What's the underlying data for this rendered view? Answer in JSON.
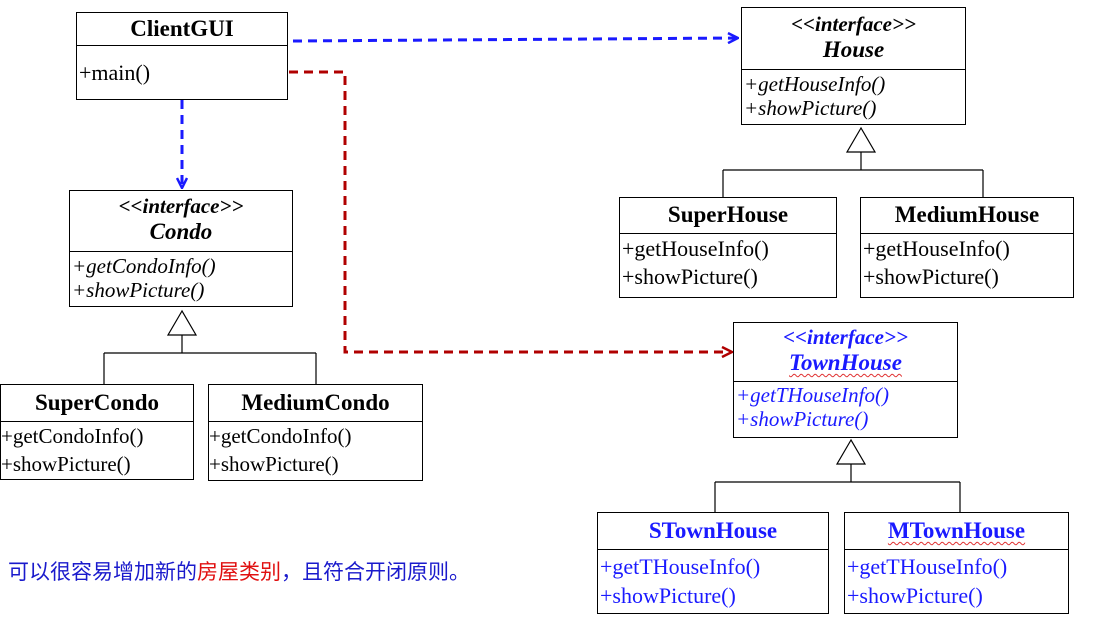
{
  "classes": {
    "client_gui": {
      "name": "ClientGUI",
      "ops": [
        "+main()"
      ]
    },
    "house": {
      "stereotype": "<<interface>>",
      "name": "House",
      "ops": [
        "+getHouseInfo()",
        "+showPicture()"
      ]
    },
    "condo": {
      "stereotype": "<<interface>>",
      "name": "Condo",
      "ops": [
        "+getCondoInfo()",
        "+showPicture()"
      ]
    },
    "townhouse": {
      "stereotype": "<<interface>>",
      "name": "TownHouse",
      "ops": [
        "+getTHouseInfo()",
        "+showPicture()"
      ]
    },
    "super_house": {
      "name": "SuperHouse",
      "ops": [
        "+getHouseInfo()",
        "+showPicture()"
      ]
    },
    "medium_house": {
      "name": "MediumHouse",
      "ops": [
        "+getHouseInfo()",
        "+showPicture()"
      ]
    },
    "super_condo": {
      "name": "SuperCondo",
      "ops": [
        "+getCondoInfo()",
        "+showPicture()"
      ]
    },
    "medium_condo": {
      "name": "MediumCondo",
      "ops": [
        "+getCondoInfo()",
        "+showPicture()"
      ]
    },
    "stownhouse": {
      "name": "STownHouse",
      "ops": [
        "+getTHouseInfo()",
        "+showPicture()"
      ]
    },
    "mtownhouse": {
      "name": "MTownHouse",
      "ops": [
        "+getTHouseInfo()",
        "+showPicture()"
      ]
    }
  },
  "note": {
    "part1": "可以很容易增加新的",
    "highlight": "房屋类别",
    "part2": "，且符合开闭原则。"
  },
  "colors": {
    "blue_dependency": "#1a1aff",
    "red_dependency": "#b00000",
    "note_text": "#1a1acc",
    "note_highlight": "#e01010"
  }
}
